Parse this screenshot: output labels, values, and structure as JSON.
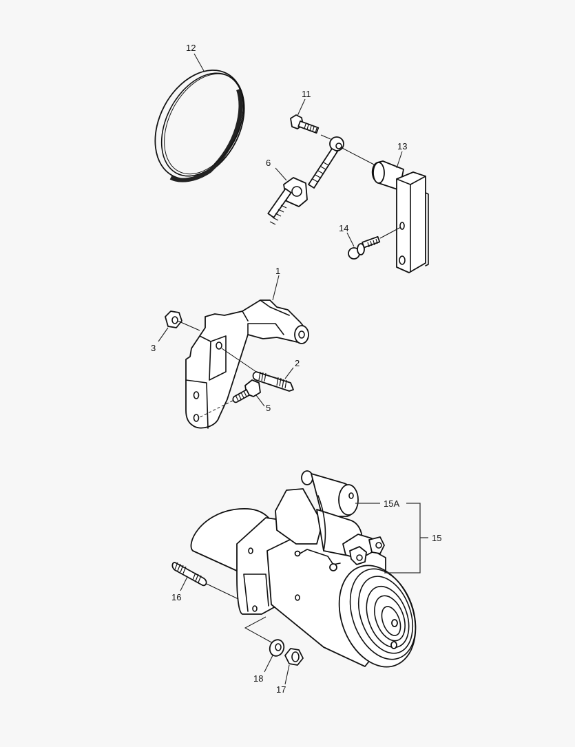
{
  "diagram": {
    "type": "exploded-parts-view",
    "background": "#f7f7f7",
    "line_color": "#111111",
    "callouts": [
      {
        "id": "12",
        "label": "12",
        "part": "drive belt"
      },
      {
        "id": "11",
        "label": "11",
        "part": "bolt"
      },
      {
        "id": "6",
        "label": "6",
        "part": "tensioner adjusting rod"
      },
      {
        "id": "13",
        "label": "13",
        "part": "bracket with pin"
      },
      {
        "id": "14",
        "label": "14",
        "part": "bolt with washer"
      },
      {
        "id": "1",
        "label": "1",
        "part": "alternator support bracket"
      },
      {
        "id": "3",
        "label": "3",
        "part": "nut"
      },
      {
        "id": "2",
        "label": "2",
        "part": "stud"
      },
      {
        "id": "5",
        "label": "5",
        "part": "bolt"
      },
      {
        "id": "15A",
        "label": "15A",
        "part": "solenoid"
      },
      {
        "id": "15",
        "label": "15",
        "part": "starter motor"
      },
      {
        "id": "16",
        "label": "16",
        "part": "stud"
      },
      {
        "id": "18",
        "label": "18",
        "part": "washer"
      },
      {
        "id": "17",
        "label": "17",
        "part": "nut"
      }
    ]
  }
}
